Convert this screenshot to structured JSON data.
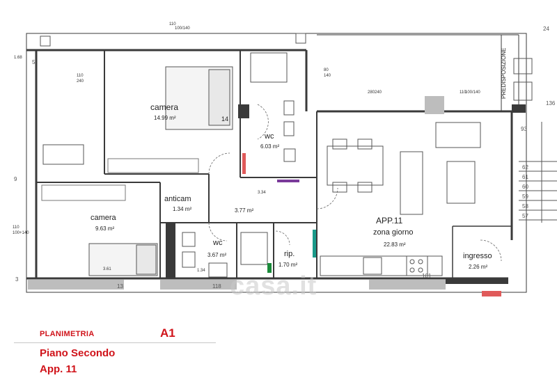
{
  "rooms": {
    "camera1": {
      "name": "camera",
      "area": "14.99 m²"
    },
    "wc1": {
      "name": "wc",
      "area": "6.03 m²"
    },
    "anticam": {
      "name": "anticam",
      "area": "1.34 m²"
    },
    "disimpegno": {
      "area": "3.77 m²"
    },
    "camera2": {
      "name": "camera",
      "area": "9.63 m²"
    },
    "wc2": {
      "name": "wc",
      "area": "3.67 m²"
    },
    "rip": {
      "name": "rip.",
      "area": "1.70 m²"
    },
    "zona_giorno": {
      "title": "APP.11",
      "name": "zona giorno",
      "area": "22.83 m²"
    },
    "ingresso": {
      "name": "ingresso",
      "area": "2.26 m²"
    }
  },
  "labels": {
    "predisposizione": "PREDISPOSIZIONE",
    "door_top_a": "110",
    "door_top_b": "100/140",
    "win_left_a": "110",
    "win_left_b": "240",
    "win_wc_a": "80",
    "win_wc_b": "140",
    "win_gz_a": "280",
    "win_gz_b": "240",
    "win_gz2_a": "110",
    "win_gz2_b": "100/140",
    "win_bl_a": "110",
    "win_bl_b": "100+140",
    "n14": "14",
    "dim_168": "1.68",
    "dim_334": "3.34",
    "dim_361": "3.61",
    "dim_134": "1.34"
  },
  "grid": {
    "g24": "24",
    "g136": "136",
    "g93": "93",
    "g5": "5",
    "g9": "9",
    "g3": "3",
    "g13": "13",
    "g118": "118",
    "g101": "101",
    "stairs": [
      "62",
      "61",
      "60",
      "59",
      "58",
      "57"
    ]
  },
  "legend": {
    "planimetria": "PLANIMETRIA",
    "code": "A1",
    "floor": "Piano Secondo",
    "apartment": "App. 11"
  },
  "watermark": "casa.it",
  "colors": {
    "accent": "#d0131a",
    "wall": "#3a3a3a",
    "hatch": "#9a9a9a",
    "red_mark": "#e05a5a",
    "teal_mark": "#1a9a8a",
    "purple_mark": "#7a3a9a"
  }
}
